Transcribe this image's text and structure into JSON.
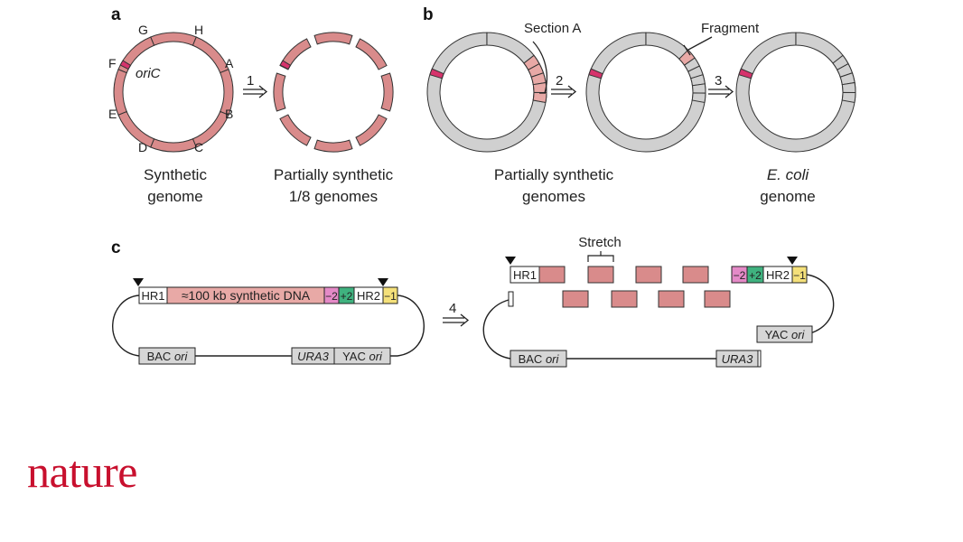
{
  "colors": {
    "synthetic": "#d98b8b",
    "synthetic_light": "#e8a9a6",
    "genome_gray": "#d0d0d0",
    "orc_red": "#d6336c",
    "hr_white": "#ffffff",
    "marker_pink": "#e48ac7",
    "marker_green": "#3fb27f",
    "marker_yellow": "#f4e07a",
    "box_gray": "#d6d6d6",
    "logo": "#c8102e"
  },
  "panel_a": {
    "letter": "a",
    "segment_labels": [
      "G",
      "H",
      "A",
      "B",
      "C",
      "D",
      "E",
      "F"
    ],
    "oric_label": "oriC",
    "step": "1",
    "caption_left": [
      "Synthetic",
      "genome"
    ],
    "caption_right": [
      "Partially synthetic",
      "1/8 genomes"
    ]
  },
  "panel_b": {
    "letter": "b",
    "section_label": "Section A",
    "fragment_label": "Fragment",
    "step2": "2",
    "step3": "3",
    "caption_left": [
      "Partially synthetic",
      "genomes"
    ],
    "caption_right_line1": "E. coli",
    "caption_right_line2": "genome"
  },
  "panel_c": {
    "letter": "c",
    "left": {
      "hr1": "HR1",
      "synthetic_dna": "≈100 kb synthetic DNA",
      "m_minus2": "−2",
      "m_plus2": "+2",
      "hr2": "HR2",
      "m_minus1": "−1",
      "bac_ori_prefix": "BAC ",
      "bac_ori_suffix": "ori",
      "ura3": "URA3",
      "yac_ori_prefix": "YAC ",
      "yac_ori_suffix": "ori"
    },
    "step4": "4",
    "right": {
      "stretch_label": "Stretch",
      "hr1": "HR1",
      "m_minus2": "−2",
      "m_plus2": "+2",
      "hr2": "HR2",
      "m_minus1": "−1",
      "yac_ori_prefix": "YAC ",
      "yac_ori_suffix": "ori",
      "bac_ori_prefix": "BAC ",
      "bac_ori_suffix": "ori",
      "ura3": "URA3"
    }
  },
  "brand": {
    "logo_text": "nature"
  }
}
